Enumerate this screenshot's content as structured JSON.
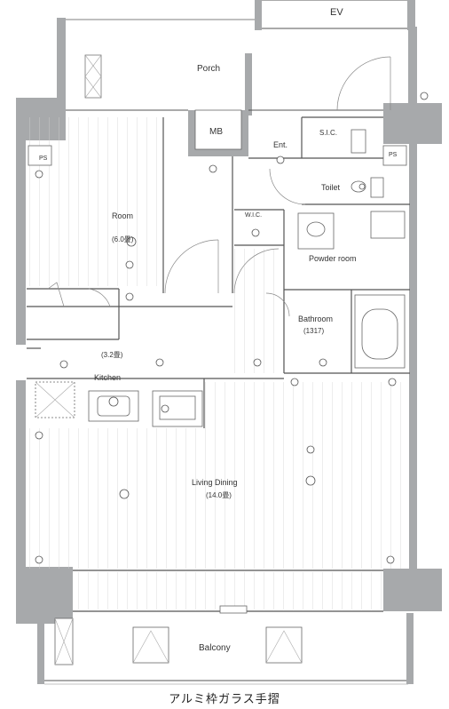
{
  "rooms": {
    "ev": "EV",
    "porch": "Porch",
    "mb": "MB",
    "ent": "Ent.",
    "sic": "S.I.C.",
    "toilet": "Toilet",
    "room": "Room",
    "room_size": "(6.0畳)",
    "wic": "W.I.C.",
    "powder": "Powder room",
    "bath": "Bathroom",
    "bath_size": "(1317)",
    "kitchen": "Kitchen",
    "kitchen_size": "(3.2畳)",
    "living": "Living Dining",
    "living_size": "(14.0畳)",
    "balcony": "Balcony",
    "ps_left": "PS",
    "ps_right": "PS",
    "handrail": "アルミ枠ガラス手摺"
  },
  "colors": {
    "wall": "#a7a9ab",
    "line": "#555555",
    "floor_line": "#cfcfcf"
  }
}
